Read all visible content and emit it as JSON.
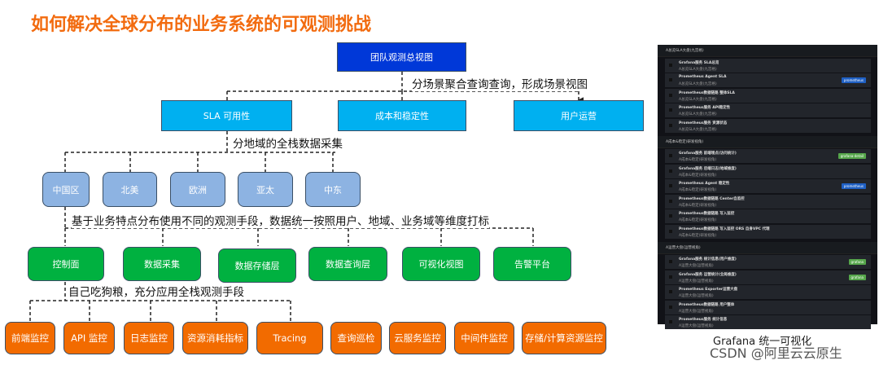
{
  "title": "如何解决全球分布的业务系统的可观测挑战",
  "top_node": "团队观测总视图",
  "label1": "分场景聚合查询查询，形成场景视图",
  "scenes": [
    "SLA 可用性",
    "成本和稳定性",
    "用户运营"
  ],
  "label2": "分地域的全栈数据采集",
  "regions": [
    "中国区",
    "北美",
    "欧洲",
    "亚太",
    "中东"
  ],
  "label3": "基于业务特点分布使用不同的观测手段，数据统一按照用户、地域、业务域等维度打标",
  "layers": [
    "控制面",
    "数据采集",
    "数据存储层",
    "数据查询层",
    "可视化视图",
    "告警平台"
  ],
  "label4": "自己吃狗粮，充分应用全栈观测手段",
  "monitors": [
    "前端监控",
    "API 监控",
    "日志监控",
    "资源消耗指标",
    "Tracing",
    "查询巡检",
    "云服务监控",
    "中间件监控",
    "存储/计算资源监控"
  ],
  "grafana": {
    "groups": [
      {
        "title": "A总览SLA大盘(九宫格)",
        "items": [
          {
            "title": "Grafana服务 SLA总览",
            "sub": "A总览SLA大盘(九宫格)",
            "tag": ""
          },
          {
            "title": "Prometheus Agent SLA",
            "sub": "A总览SLA大盘(九宫格)",
            "tag": "prometheus"
          },
          {
            "title": "Prometheus数据链路 整体SLA",
            "sub": "A总览SLA大盘(九宫格)",
            "tag": ""
          },
          {
            "title": "Prometheus服务 API稳定性",
            "sub": "A总览SLA大盘(九宫格)",
            "tag": ""
          },
          {
            "title": "Prometheus服务 资源状态",
            "sub": "A总览SLA大盘(九宫格)",
            "tag": ""
          }
        ]
      },
      {
        "title": "A成本&稳定(研发视角)",
        "items": [
          {
            "title": "Grafana服务 前端埋点(访问统计)",
            "sub": "A成本&稳定(研发视角)",
            "tag": "grafana-detail"
          },
          {
            "title": "Grafana服务 后端日志(地域维度)",
            "sub": "A成本&稳定(研发视角)",
            "tag": ""
          },
          {
            "title": "Prometheus Agent 稳定性",
            "sub": "A成本&稳定(研发视角)",
            "tag": "prometheus"
          },
          {
            "title": "Prometheus数据链路 Center自监控",
            "sub": "A成本&稳定(研发视角)",
            "tag": ""
          },
          {
            "title": "Prometheus数据链路 写入监控",
            "sub": "A成本&稳定(研发视角)",
            "tag": ""
          },
          {
            "title": "Prometheus数据链路 写入监控 ORS 自身VPC 代理",
            "sub": "A成本&稳定(研发视角)",
            "tag": ""
          }
        ]
      },
      {
        "title": "A运营大盘(运营视角)",
        "items": [
          {
            "title": "Grafana服务 统计信息(用户维度)",
            "sub": "A运营大盘(运营视角)",
            "tag": "grafana"
          },
          {
            "title": "Grafana服务 运营统计(全局维度)",
            "sub": "A运营大盘(运营视角)",
            "tag": "grafana"
          },
          {
            "title": "Prometheus Exporter运营大盘",
            "sub": "A运营大盘(运营视角)",
            "tag": ""
          },
          {
            "title": "Prometheus数据链路 用户整体",
            "sub": "A运营大盘(运营视角)",
            "tag": ""
          },
          {
            "title": "Prometheus服务 统计信息",
            "sub": "A运营大盘(运营视角)",
            "tag": ""
          }
        ]
      }
    ],
    "tag_colors": {
      "prometheus": "#1f60c4",
      "grafana": "#56a64b",
      "grafana-detail": "#56a64b"
    }
  },
  "caption": "Grafana 统一可视化",
  "watermark": "CSDN @阿里云云原生"
}
